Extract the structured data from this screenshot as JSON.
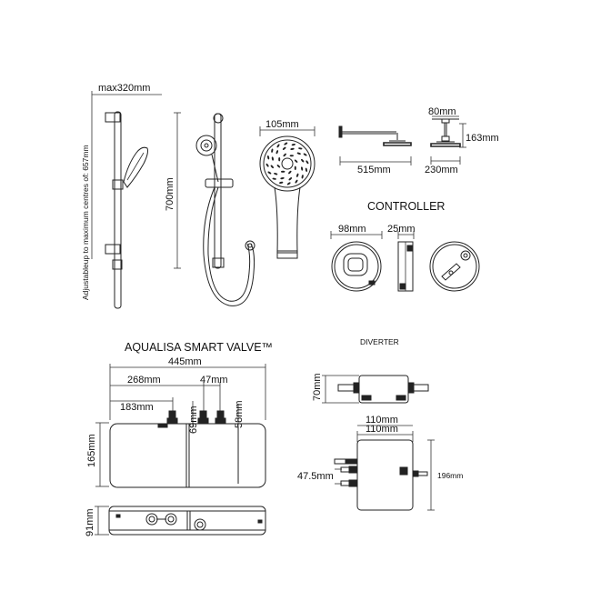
{
  "labels": {
    "max320": "max320mm",
    "adjustable": "Adjustableup to maximum centres of: 657mm",
    "h700": "700mm",
    "w105": "105mm",
    "w515": "515mm",
    "w80": "80mm",
    "h163": "163mm",
    "w230": "230mm",
    "controller": "CONTROLLER",
    "w98": "98mm",
    "w25": "25mm",
    "valve_title": "AQUALISA SMART VALVE™",
    "diverter_title": "DIVERTER",
    "w445": "445mm",
    "w268": "268mm",
    "w47": "47mm",
    "w183": "183mm",
    "h69": "69mm",
    "h58": "58mm",
    "h165": "165mm",
    "h91": "91mm",
    "h70": "70mm",
    "w110a": "110mm",
    "w110b": "110mm",
    "w47_5": "47.5mm",
    "h196": "196mm"
  },
  "icons": {
    "slide_rail_1": "shower-slide-rail-icon",
    "slide_rail_2": "shower-slide-rail-with-hose-icon",
    "handset": "shower-handset-icon",
    "wall_arm_head": "wall-arm-shower-head-icon",
    "ceiling_head": "ceiling-shower-head-icon",
    "controller_front": "controller-front-icon",
    "controller_side": "controller-side-icon",
    "controller_rear": "controller-rear-icon",
    "valve_front": "smart-valve-front-icon",
    "valve_bottom": "smart-valve-bottom-icon",
    "diverter_side": "diverter-side-icon",
    "diverter_front": "diverter-front-icon"
  },
  "colors": {
    "line": "#222222",
    "background": "#ffffff"
  }
}
